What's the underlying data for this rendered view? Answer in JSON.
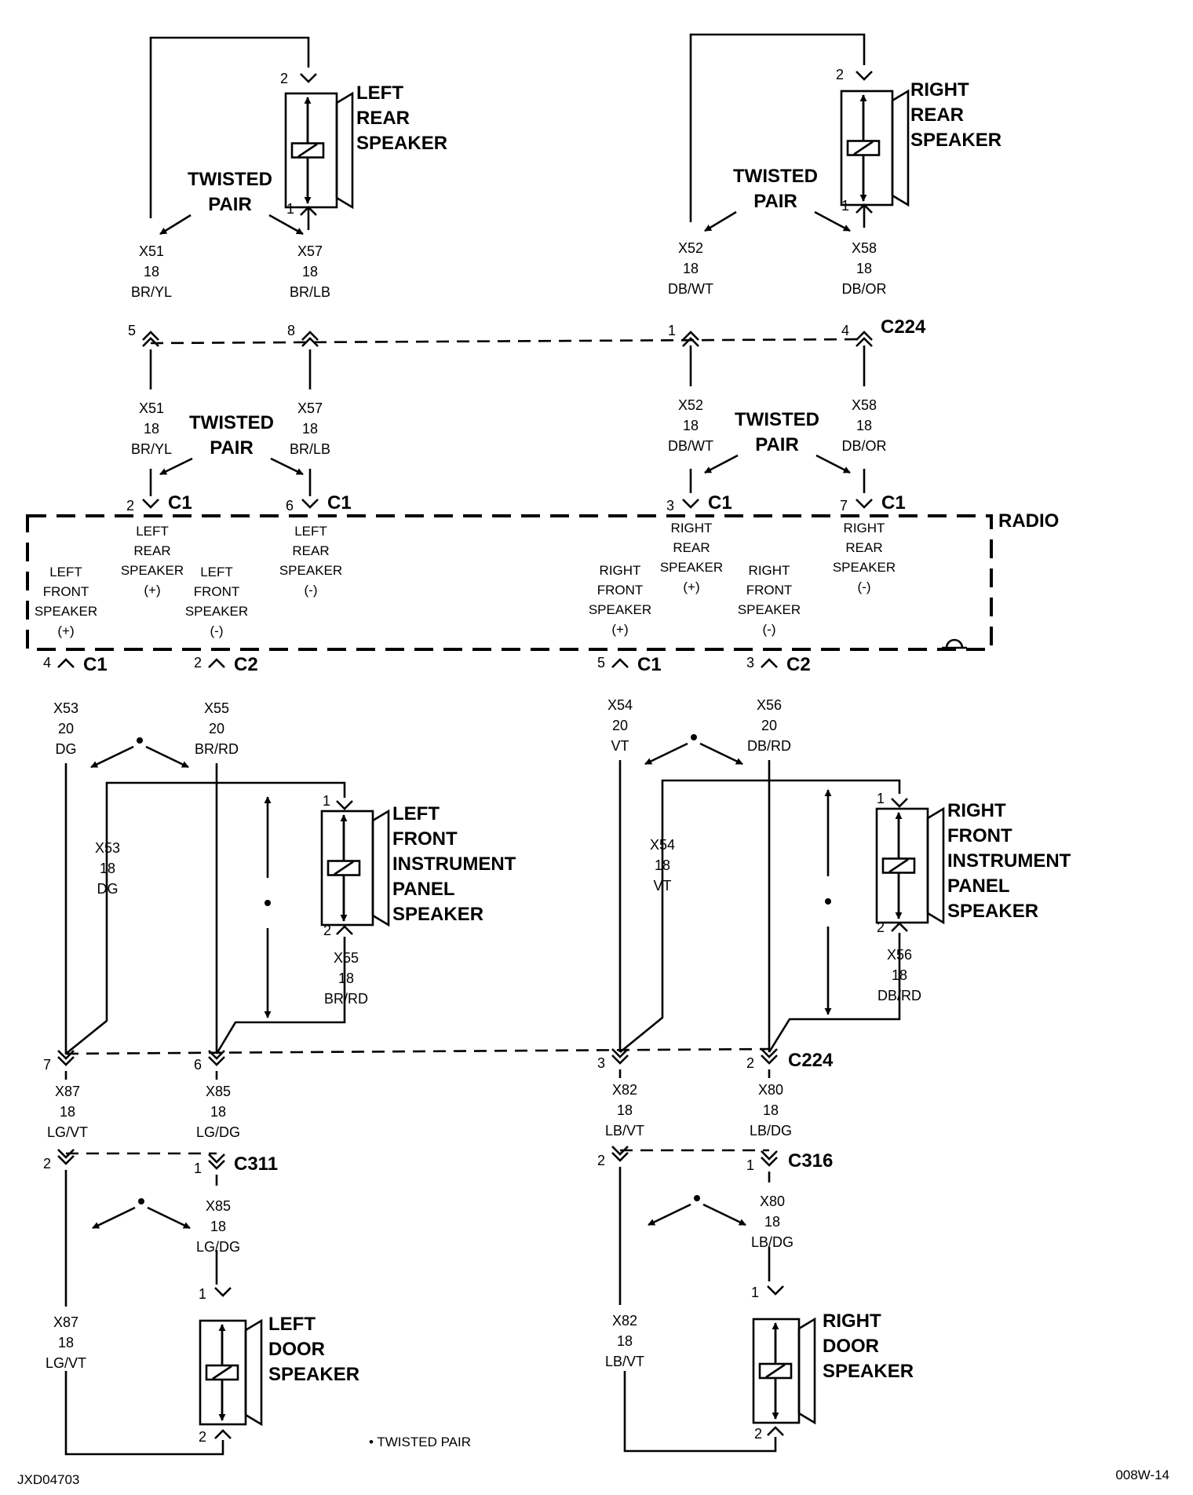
{
  "radio_label": "RADIO",
  "twisted_pair_label": [
    "TWISTED",
    "PAIR"
  ],
  "legend": "• TWISTED PAIR",
  "figure_id": "JXD04703",
  "ref_id": "008W-14",
  "speakers": {
    "left_rear": [
      "LEFT",
      "REAR",
      "SPEAKER"
    ],
    "right_rear": [
      "RIGHT",
      "REAR",
      "SPEAKER"
    ],
    "left_front_ip": [
      "LEFT",
      "FRONT",
      "INSTRUMENT",
      "PANEL",
      "SPEAKER"
    ],
    "right_front_ip": [
      "RIGHT",
      "FRONT",
      "INSTRUMENT",
      "PANEL",
      "SPEAKER"
    ],
    "left_door": [
      "LEFT",
      "DOOR",
      "SPEAKER"
    ],
    "right_door": [
      "RIGHT",
      "DOOR",
      "SPEAKER"
    ]
  },
  "connectors": [
    "C224",
    "C1",
    "C2",
    "C311",
    "C316"
  ],
  "pins": [
    "1",
    "2",
    "3",
    "4",
    "5",
    "6",
    "7",
    "8"
  ],
  "wires": {
    "X51": [
      "X51",
      "18",
      "BR/YL"
    ],
    "X57": [
      "X57",
      "18",
      "BR/LB"
    ],
    "X52": [
      "X52",
      "18",
      "DB/WT"
    ],
    "X58": [
      "X58",
      "18",
      "DB/OR"
    ],
    "X53_20": [
      "X53",
      "20",
      "DG"
    ],
    "X55_20": [
      "X55",
      "20",
      "BR/RD"
    ],
    "X54_20": [
      "X54",
      "20",
      "VT"
    ],
    "X56_20": [
      "X56",
      "20",
      "DB/RD"
    ],
    "X53_18": [
      "X53",
      "18",
      "DG"
    ],
    "X55_18": [
      "X55",
      "18",
      "BR/RD"
    ],
    "X54_18": [
      "X54",
      "18",
      "VT"
    ],
    "X56_18": [
      "X56",
      "18",
      "DB/RD"
    ],
    "X87": [
      "X87",
      "18",
      "LG/VT"
    ],
    "X85": [
      "X85",
      "18",
      "LG/DG"
    ],
    "X82": [
      "X82",
      "18",
      "LB/VT"
    ],
    "X80": [
      "X80",
      "18",
      "LB/DG"
    ]
  },
  "radio_pins": {
    "lr_plus": [
      "LEFT",
      "REAR",
      "SPEAKER",
      "(+)"
    ],
    "lr_minus": [
      "LEFT",
      "REAR",
      "SPEAKER",
      "(-)"
    ],
    "rr_plus": [
      "RIGHT",
      "REAR",
      "SPEAKER",
      "(+)"
    ],
    "rr_minus": [
      "RIGHT",
      "REAR",
      "SPEAKER",
      "(-)"
    ],
    "lf_plus": [
      "LEFT",
      "FRONT",
      "SPEAKER",
      "(+)"
    ],
    "lf_minus": [
      "LEFT",
      "FRONT",
      "SPEAKER",
      "(-)"
    ],
    "rf_plus": [
      "RIGHT",
      "FRONT",
      "SPEAKER",
      "(+)"
    ],
    "rf_minus": [
      "RIGHT",
      "FRONT",
      "SPEAKER",
      "(-)"
    ]
  }
}
